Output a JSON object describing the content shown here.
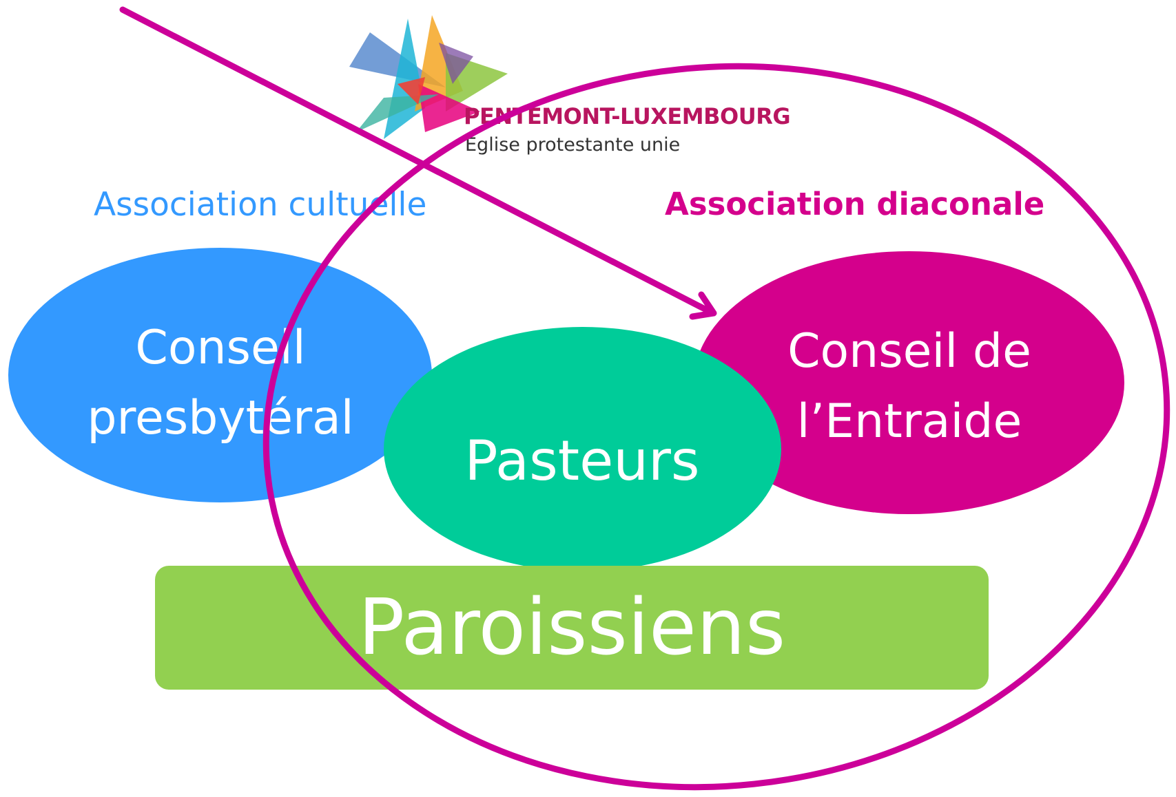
{
  "logo": {
    "name": "PENTEMONT-LUXEMBOURG",
    "subtitle": "Eglise protestante unie"
  },
  "associations": {
    "cultuelle": "Association cultuelle",
    "diaconale": "Association diaconale"
  },
  "nodes": {
    "presbyteral": {
      "line1": "Conseil",
      "line2": "presbytéral"
    },
    "pasteurs": "Pasteurs",
    "entraide": {
      "line1": "Conseil de",
      "line2": "l’Entraide"
    },
    "paroissiens": "Paroissiens"
  },
  "colors": {
    "cultuelle_blue": "#3399ff",
    "diaconale_magenta": "#d4008c",
    "pasteurs_green": "#00cc99",
    "paroissiens_green": "#92d050",
    "overlay_magenta": "#cc0099"
  },
  "icons": {
    "logo_mark": "star-cross-logo-icon",
    "arrow": "diagonal-arrow-icon",
    "outline": "highlight-circle-outline"
  }
}
